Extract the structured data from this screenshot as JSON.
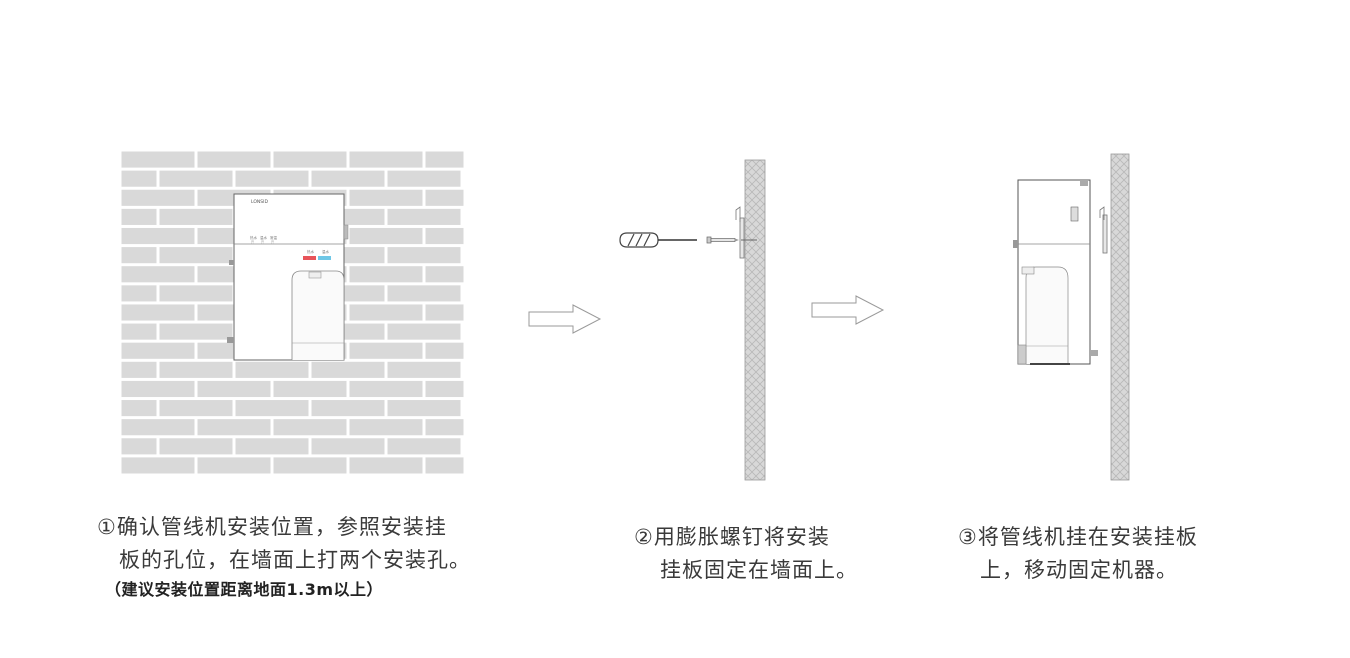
{
  "steps": [
    {
      "line1": "①确认管线机安装位置，参照安装挂",
      "line2": "板的孔位，在墙面上打两个安装孔。",
      "note": "（建议安装位置距离地面1.3m以上）"
    },
    {
      "line1": "②用膨胀螺钉将安装",
      "line2": "挂板固定在墙面上。"
    },
    {
      "line1": "③将管线机挂在安装挂板",
      "line2": "上，移动固定机器。"
    }
  ],
  "device": {
    "brand": "LONSID",
    "panel_labels": [
      "热水",
      "温水",
      "常温"
    ],
    "panel_sub_labels": [
      "开",
      "开",
      "开"
    ],
    "button_labels": [
      "热水",
      "温水"
    ]
  },
  "colors": {
    "brick_fill": "#d9d9d9",
    "mortar": "#ffffff",
    "wall_section": "#d4d4d4",
    "hot_button": "#e8545a",
    "warm_button": "#6fc7e6",
    "arrow_stroke": "#9a9a9a"
  },
  "icons": [
    "brick-wall",
    "water-dispenser",
    "arrow-right-icon",
    "drill-bit-icon",
    "expansion-screw-icon",
    "mounting-bracket-icon",
    "wall-section"
  ]
}
